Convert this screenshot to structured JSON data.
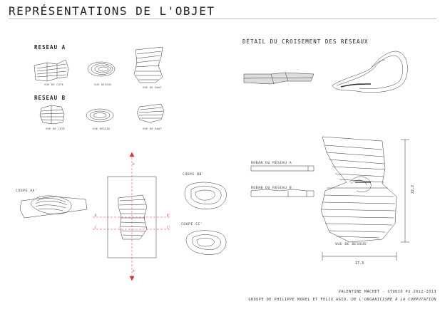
{
  "header": {
    "title": "REPRÉSENTATIONS DE L'OBJET"
  },
  "reseau_a": {
    "label": "RESEAU A",
    "views": [
      "VUE DE COTE",
      "VUE DESSUS",
      "VUE DE HAUT"
    ]
  },
  "reseau_b": {
    "label": "RESEAU B",
    "views": [
      "VUE DE COTE",
      "VUE DESSUS",
      "VUE DE HAUT"
    ]
  },
  "croisement": {
    "label": "DÉTAIL DU CROISEMENT DES RÉSEAUX"
  },
  "coupes": {
    "aa": "COUPE AA'",
    "bb": "COUPE BB'",
    "cc": "COUPE CC'",
    "markers": [
      "A",
      "B",
      "C",
      "A'",
      "B'",
      "C'"
    ]
  },
  "detail": {
    "ruban_a": "RUBAN DU RESEAU A",
    "ruban_b": "RUBAN DU RESEAU B",
    "vue_dessus": "VUE DE DESSUS",
    "dim_height": "22.2",
    "dim_width": "17.3"
  },
  "footer": {
    "line1": "VALENTINE MACHET - STUDIO P2 2012-2013",
    "line2_prefix": "GROUPE DE PHILIPPE MOREL ET FELIX AGID,",
    "line2_italic": "DE L'ORGANICISME À LA COMPUTATION"
  },
  "colors": {
    "section_marks": "#d33",
    "ink": "#333"
  }
}
